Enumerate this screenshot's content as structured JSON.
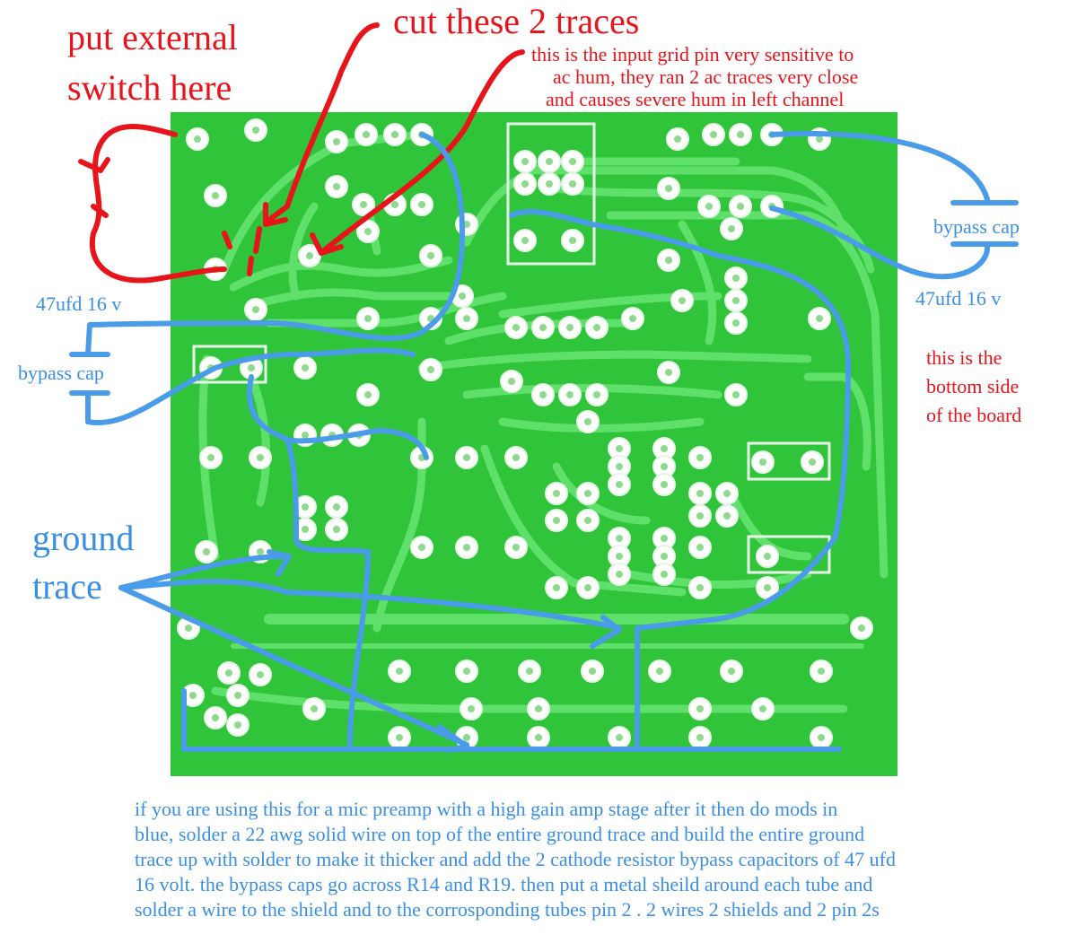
{
  "annotations": {
    "switch_line1": "put external",
    "switch_line2": "switch here",
    "cut_traces": "cut these 2 traces",
    "grid_note_line1": "this is the input grid pin very sensitive to",
    "grid_note_line2": "ac hum, they ran 2 ac traces very close",
    "grid_note_line3": "and causes severe hum in left channel",
    "bypass_cap_right": "bypass cap",
    "cap_value_right": "47ufd 16 v",
    "cap_value_left": "47ufd 16 v",
    "bypass_cap_left": "bypass cap",
    "bottom_side_line1": "this is the",
    "bottom_side_line2": "bottom side",
    "bottom_side_line3": "of the board",
    "ground_line1": "ground",
    "ground_line2": "trace"
  },
  "caption": {
    "line1": "if you are using this for a mic preamp with a high gain amp stage after it then do mods in",
    "line2": "blue, solder a 22 awg solid wire on top of the entire ground trace and build the entire ground",
    "line3": "trace up with solder to make it thicker and add the 2 cathode resistor bypass capacitors of 47 ufd",
    "line4": "16 volt. the bypass caps go across R14 and R19. then put a metal sheild around each tube and",
    "line5": "solder a wire to the shield and to the corrosponding tubes pin 2 . 2 wires 2 shields and 2 pin 2s"
  },
  "colors": {
    "board": "#2fc43a",
    "trace": "#5fe06a",
    "pad": "#ffffff",
    "annotation_red": "#e8141b",
    "annotation_blue": "#3a8fe3"
  }
}
